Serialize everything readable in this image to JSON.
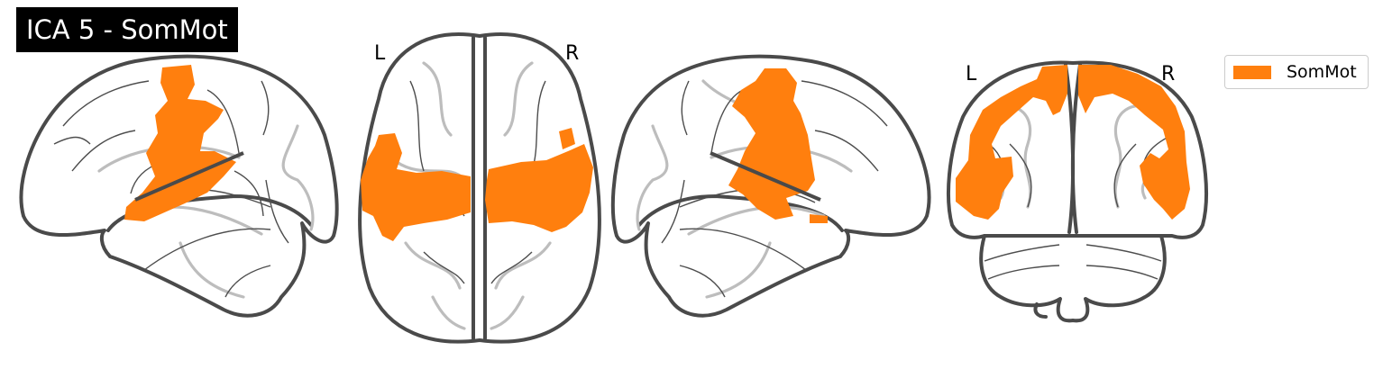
{
  "title": "ICA 5 - SomMot",
  "views": {
    "axial": {
      "left_label": "L",
      "right_label": "R"
    },
    "coronal": {
      "left_label": "L",
      "right_label": "R"
    }
  },
  "legend": {
    "label": "SomMot",
    "color": "#ff7f0e"
  },
  "colors": {
    "outline": "#4a4a4a",
    "blob": "#ff7f0e",
    "title_bg": "#000000"
  }
}
